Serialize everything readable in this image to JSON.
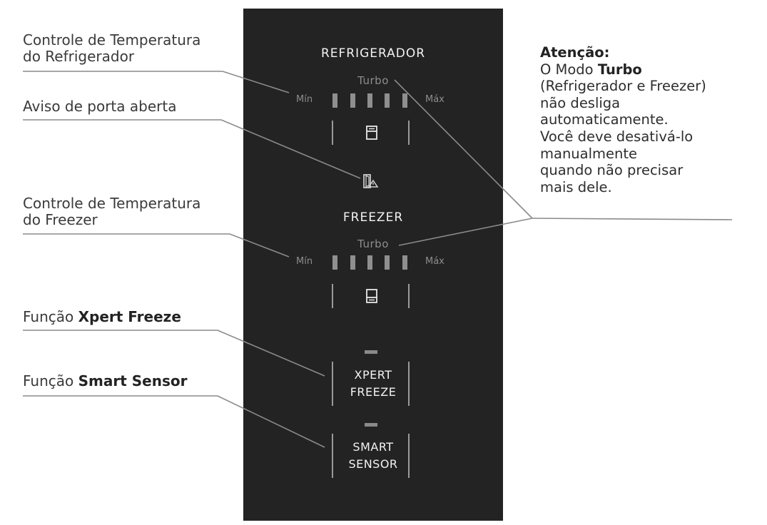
{
  "callouts": {
    "fridge_temp": {
      "line1": "Controle de Temperatura",
      "line2": "do Refrigerador"
    },
    "door_alarm": {
      "text": "Aviso de porta aberta"
    },
    "freezer_temp": {
      "line1": "Controle de Temperatura",
      "line2": "do Freezer"
    },
    "xpert": {
      "prefix": "Função ",
      "bold": "Xpert Freeze"
    },
    "smart": {
      "prefix": "Função ",
      "bold": "Smart Sensor"
    }
  },
  "note": {
    "heading": "Atenção:",
    "line1_prefix": "O Modo ",
    "line1_bold": "Turbo",
    "line2": "(Refrigerador e Freezer)",
    "line3": "não desliga",
    "line4": "automaticamente.",
    "line5": "Você deve desativá-lo",
    "line6": "manualmente",
    "line7": "quando não precisar",
    "line8": "mais dele."
  },
  "panel": {
    "refrigerator": {
      "title": "REFRIGERADOR",
      "turbo": "Turbo",
      "min": "Mín",
      "max": "Máx"
    },
    "freezer": {
      "title": "FREEZER",
      "turbo": "Turbo",
      "min": "Mín",
      "max": "Máx"
    },
    "xpert_button": {
      "line1": "XPERT",
      "line2": "FREEZE"
    },
    "smart_button": {
      "line1": "SMART",
      "line2": "SENSOR"
    }
  },
  "icons": {
    "fridge_button": "refrigerator-icon",
    "door_alarm": "door-open-warning-icon",
    "freezer_button": "freezer-icon"
  },
  "colors": {
    "panel_bg": "#232323",
    "panel_text": "#f2f2f2",
    "indicator": "#8f8f8f",
    "callout_text": "#3a3a3a",
    "leader_line": "#8a8a8a"
  }
}
